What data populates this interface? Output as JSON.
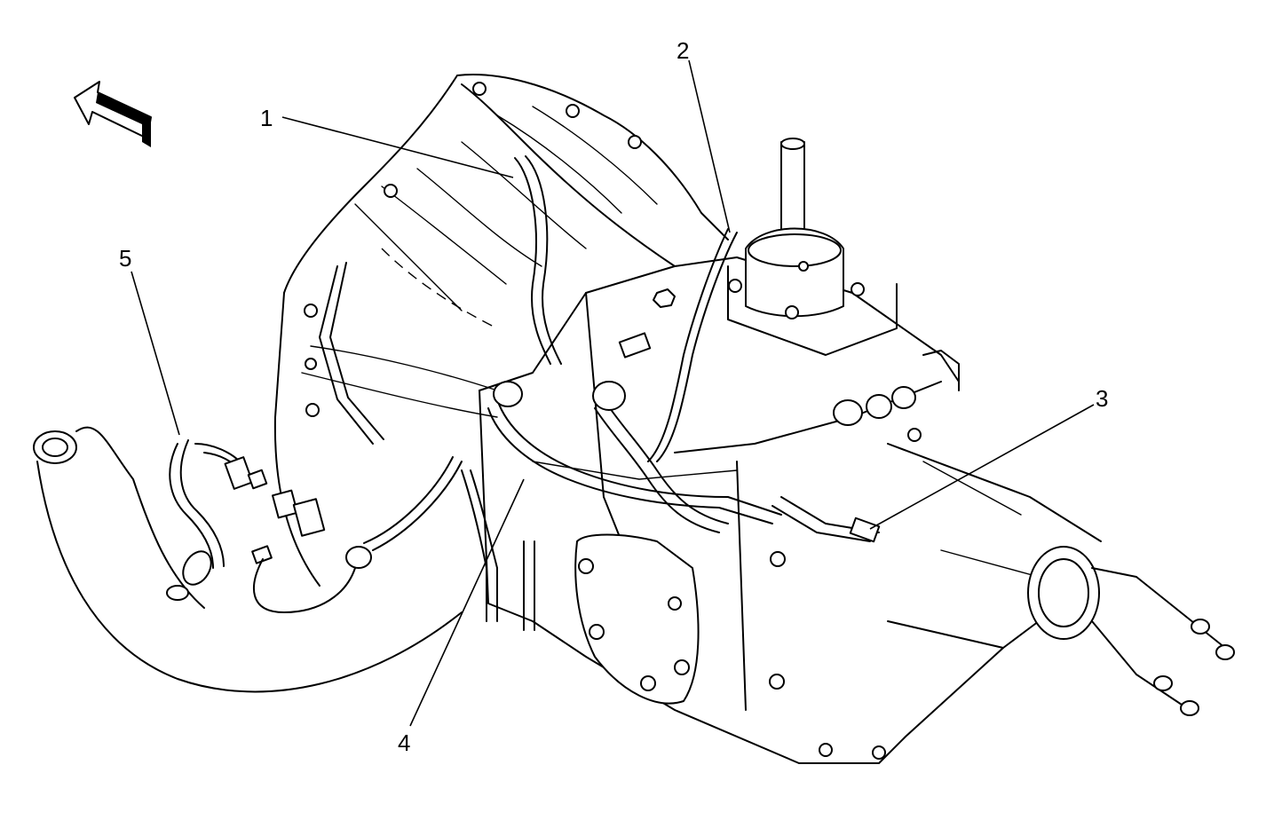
{
  "callouts": [
    {
      "id": "1",
      "label": "1"
    },
    {
      "id": "2",
      "label": "2"
    },
    {
      "id": "3",
      "label": "3"
    },
    {
      "id": "4",
      "label": "4"
    },
    {
      "id": "5",
      "label": "5"
    }
  ],
  "icons": {
    "direction_arrow": "forward-arrow-icon"
  }
}
